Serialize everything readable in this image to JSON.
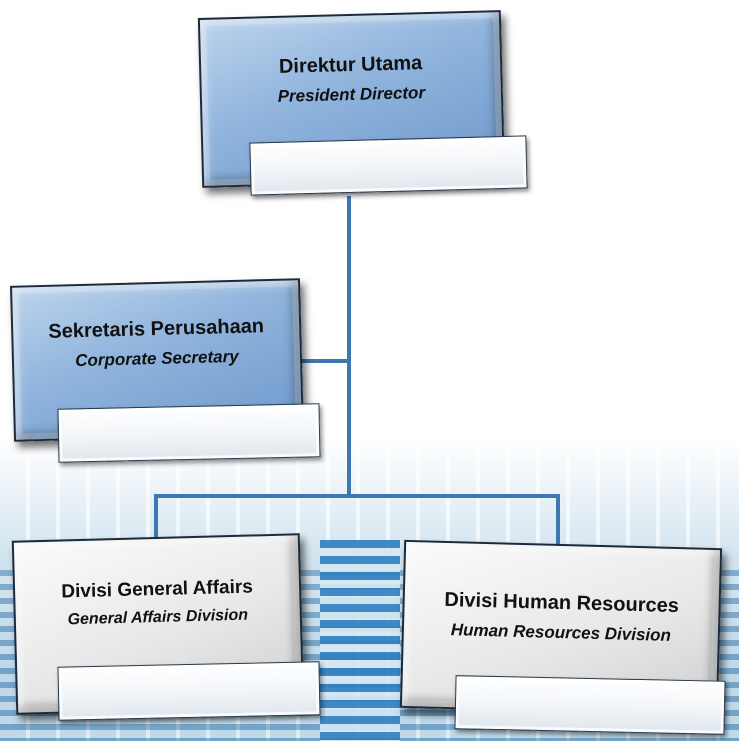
{
  "org_chart": {
    "president": {
      "title": "Direktur Utama",
      "subtitle": "President Director"
    },
    "secretary": {
      "title": "Sekretaris Perusahaan",
      "subtitle": "Corporate Secretary"
    },
    "general_affairs": {
      "title": "Divisi General Affairs",
      "subtitle": "General Affairs Division"
    },
    "human_resources": {
      "title": "Divisi Human Resources",
      "subtitle": "Human Resources Division"
    }
  },
  "colors": {
    "box_blue": "#8fb3dc",
    "box_grey": "#e8e8e8",
    "connector": "#3d78b0"
  }
}
